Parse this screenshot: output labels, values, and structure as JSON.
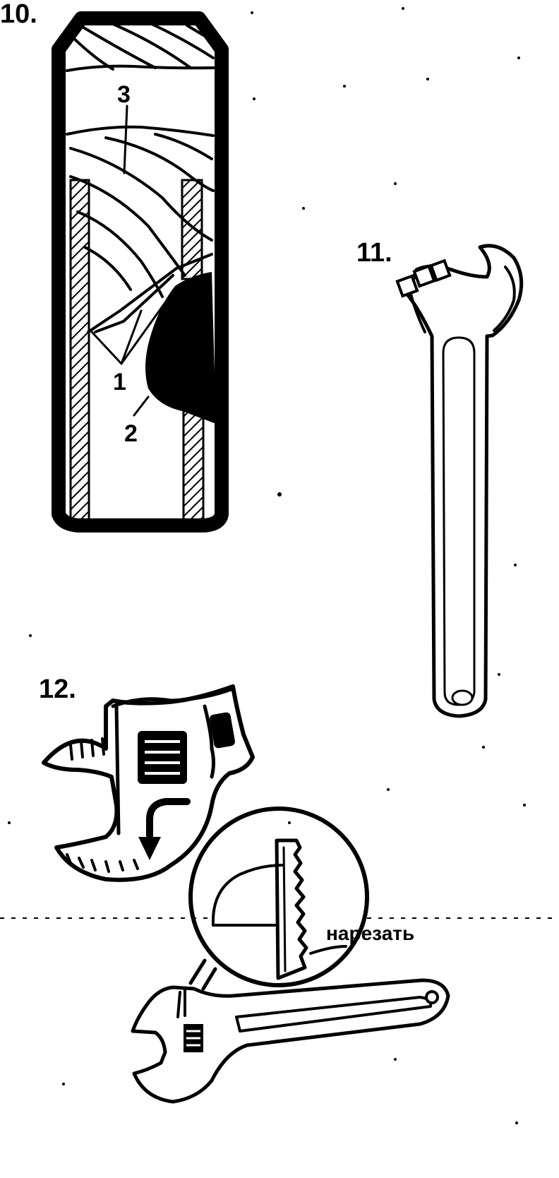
{
  "figures": [
    {
      "number": "10.",
      "part_labels": [
        "3",
        "1",
        "2"
      ]
    },
    {
      "number": "11."
    },
    {
      "number": "12.",
      "callout": "нарезать"
    }
  ]
}
